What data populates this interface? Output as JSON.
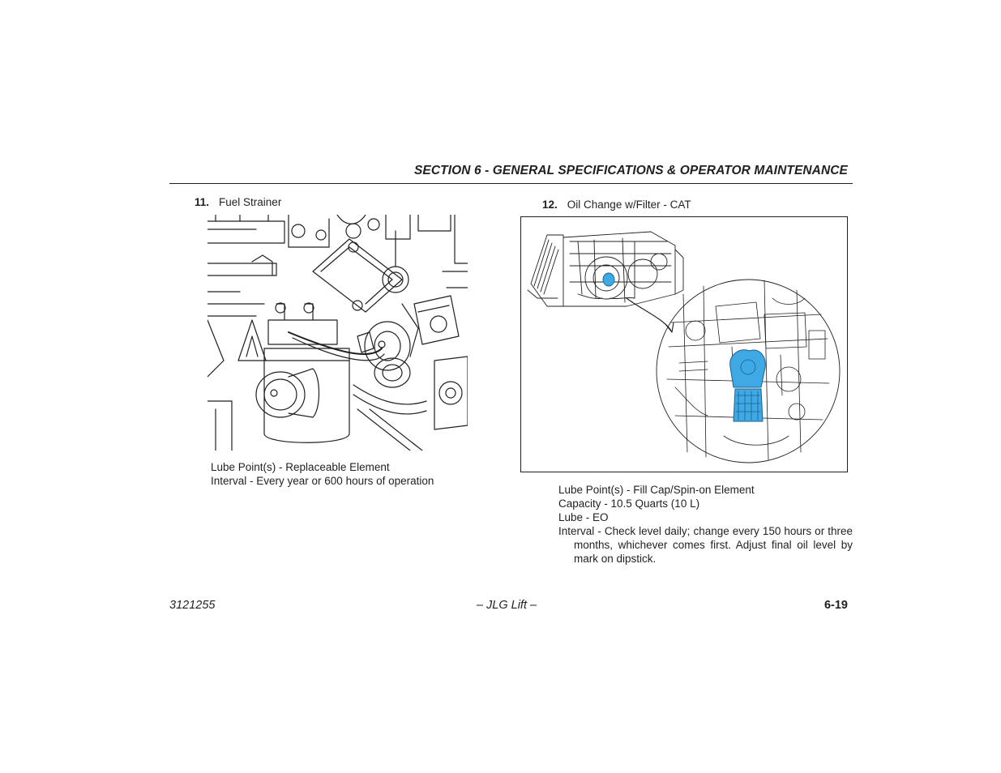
{
  "header": {
    "section_title": "SECTION 6 - GENERAL SPECIFICATIONS & OPERATOR MAINTENANCE"
  },
  "item11": {
    "number": "11.",
    "title": "Fuel Strainer",
    "lines": [
      "Lube Point(s) - Replaceable Element",
      "Interval - Every year or 600 hours of operation"
    ]
  },
  "item12": {
    "number": "12.",
    "title": "Oil Change w/Filter - CAT",
    "lines": [
      "Lube Point(s) - Fill Cap/Spin-on Element",
      "Capacity - 10.5 Quarts (10 L)",
      "Lube - EO"
    ],
    "interval": "Interval - Check level daily; change every 150 hours or three months, whichever comes first. Adjust final oil level by mark on dipstick."
  },
  "footer": {
    "doc_number": "3121255",
    "center": "– JLG Lift –",
    "page": "6-19"
  },
  "colors": {
    "text": "#231f20",
    "filter_highlight": "#3fa9e6"
  }
}
